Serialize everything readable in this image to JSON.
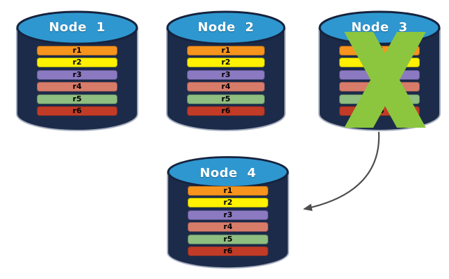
{
  "diagram": {
    "description": "Four database node cylinders; Node 3 is crossed out and an arrow points from Node 3 to Node 4",
    "nodes": [
      {
        "label": "Node 1",
        "status": "active"
      },
      {
        "label": "Node 2",
        "status": "active"
      },
      {
        "label": "Node 3",
        "status": "failed"
      },
      {
        "label": "Node 4",
        "status": "active"
      }
    ],
    "rows": [
      {
        "label": "r1",
        "color": "#F7941D"
      },
      {
        "label": "r2",
        "color": "#FFF100"
      },
      {
        "label": "r3",
        "color": "#8B79C1"
      },
      {
        "label": "r4",
        "color": "#D87C6A"
      },
      {
        "label": "r5",
        "color": "#8EBE80"
      },
      {
        "label": "r6",
        "color": "#C13B27"
      }
    ],
    "colors": {
      "cylinder_body": "#1C2B4A",
      "cylinder_border": "#16233E",
      "cylinder_edge_light": "#A6AEBF",
      "cylinder_top": "#2E97D0",
      "node_label": "#FFFFFF",
      "row_label": "#000000",
      "x_mark": "#8CC63F",
      "arrow": "#4D4D4D",
      "background": "#FFFFFF"
    },
    "icons": {
      "x_mark": "failure-x-icon",
      "arrow": "failover-arrow"
    }
  }
}
